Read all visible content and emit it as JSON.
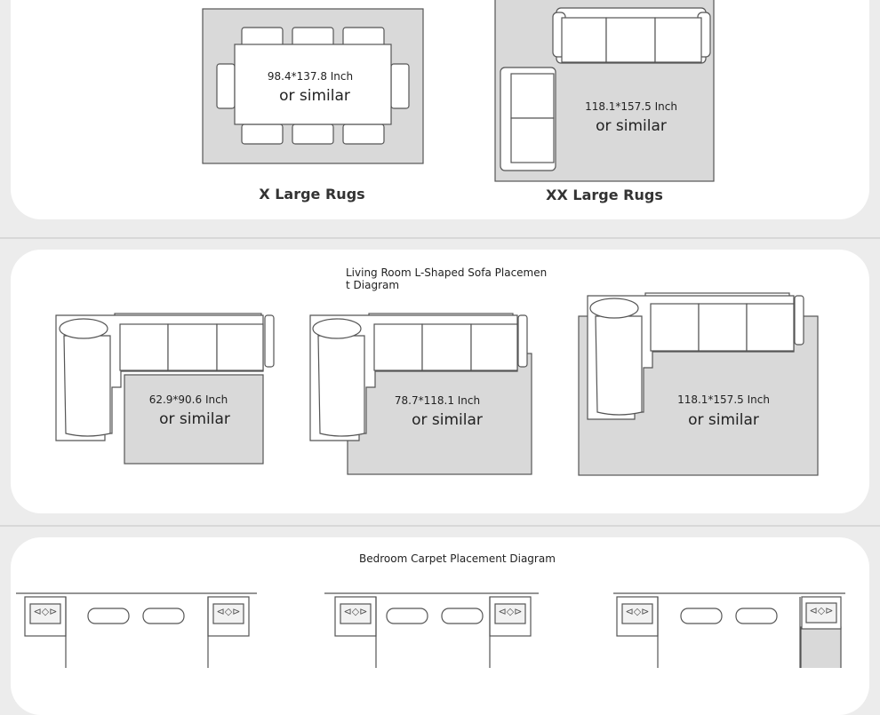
{
  "top": {
    "x_large": {
      "size": "98.4*137.8 Inch",
      "similar": "or similar",
      "caption": "X  Large Rugs"
    },
    "xx_large": {
      "size": "118.1*157.5 Inch",
      "similar": "or similar",
      "caption": "XX  Large Rugs"
    }
  },
  "living": {
    "title": "Living Room L-Shaped Sofa Placement Diagram",
    "title_line1": "Living Room L-Shaped Sofa Placemen",
    "title_line2": "t Diagram",
    "rugs": [
      {
        "size": "62.9*90.6 Inch",
        "similar": "or similar"
      },
      {
        "size": "78.7*118.1 Inch",
        "similar": "or similar"
      },
      {
        "size": "118.1*157.5 Inch",
        "similar": "or similar"
      }
    ]
  },
  "bedroom": {
    "title": "Bedroom Carpet Placement Diagram"
  },
  "colors": {
    "rug": "#d9d9d9",
    "line": "#555555",
    "panel": "#ffffff",
    "background": "#ececec"
  }
}
